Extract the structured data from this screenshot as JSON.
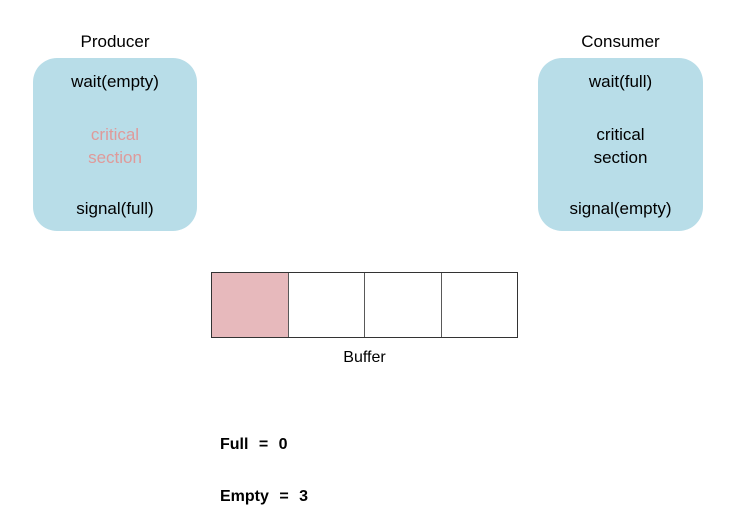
{
  "producer": {
    "title": "Producer",
    "wait": "wait(empty)",
    "critical": [
      "critical",
      "section"
    ],
    "signal": "signal(full)"
  },
  "consumer": {
    "title": "Consumer",
    "wait": "wait(full)",
    "critical": [
      "critical",
      "section"
    ],
    "signal": "signal(empty)"
  },
  "buffer": {
    "label": "Buffer",
    "cells": [
      {
        "filled": true
      },
      {
        "filled": false
      },
      {
        "filled": false
      },
      {
        "filled": false
      }
    ]
  },
  "counters": {
    "full": "Full = 0",
    "empty": "Empty = 3"
  },
  "colors": {
    "panel_fill": "#b8dde8",
    "cell_fill": "#e7b9bc",
    "cell_empty_fill": "#ffffff",
    "producer_critical_text": "#df9a9a",
    "consumer_critical_text": "#000000",
    "text": "#000000"
  }
}
